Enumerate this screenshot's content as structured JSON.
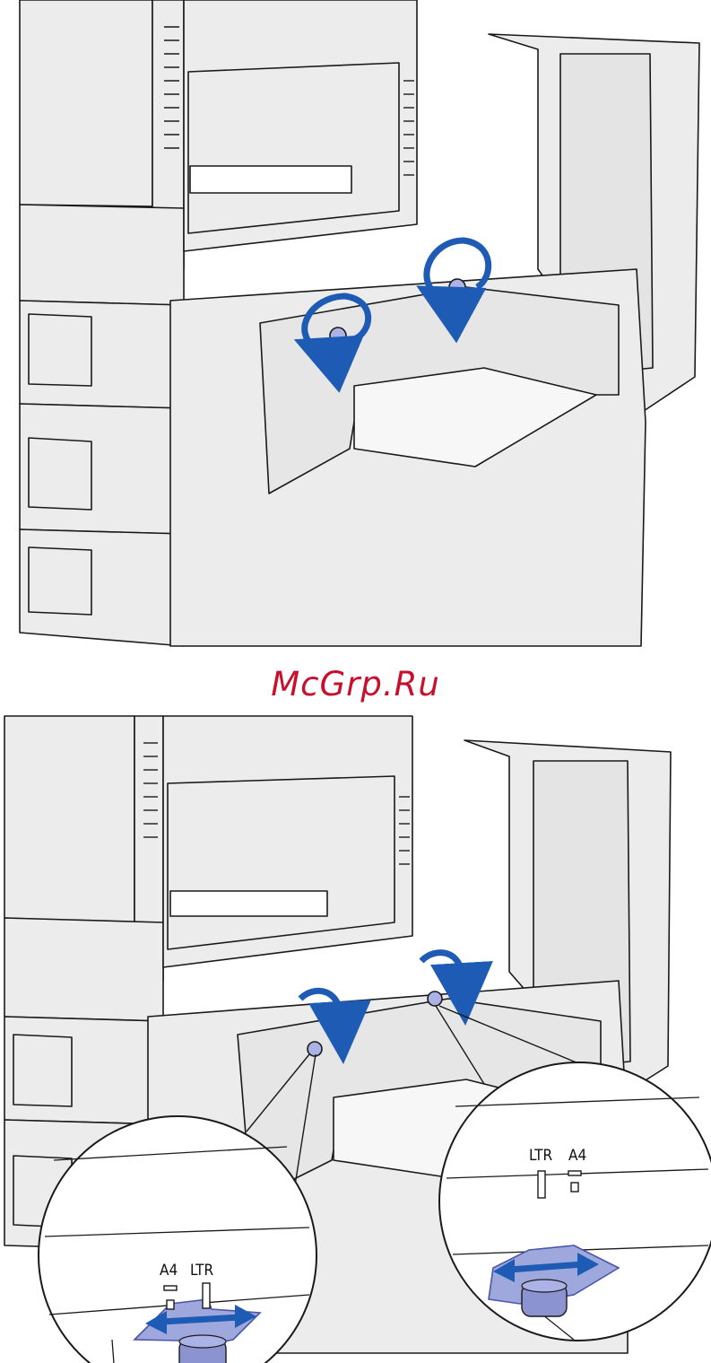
{
  "watermark": {
    "text": "McGrp.Ru",
    "color": "#c8102e"
  },
  "colors": {
    "body": "#ececec",
    "line": "#1a1a1a",
    "arrow_blue": "#1e5bb5",
    "guide_fill": "#9fa8dd",
    "guide_stroke": "#4a55a8"
  },
  "icons": {
    "top_arrows": [
      "rotate-ccw-arrow-icon",
      "rotate-ccw-arrow-icon"
    ],
    "bottom_arrows": [
      "turn-down-arrow-icon",
      "turn-down-arrow-icon"
    ],
    "callout_arrows": [
      "double-arrow-horizontal-icon",
      "double-arrow-horizontal-icon"
    ]
  },
  "callout_left": {
    "label_a4": "A4",
    "label_ltr": "LTR"
  },
  "callout_right": {
    "label_ltr": "LTR",
    "label_a4": "A4"
  }
}
